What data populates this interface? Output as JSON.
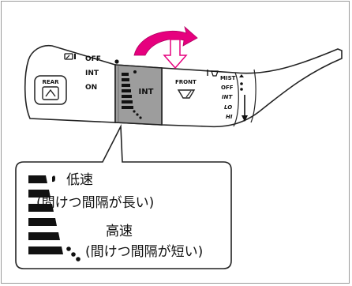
{
  "lever": {
    "rear_label": "REAR",
    "rear_modes": [
      "OFF",
      "INT",
      "ON"
    ],
    "ring_label": "INT",
    "front_label": "FRONT",
    "front_modes": [
      "MIST",
      "OFF",
      "INT",
      "LO",
      "HI"
    ]
  },
  "callout": {
    "slow_title": "低速",
    "slow_detail": "(間けつ間隔が長い)",
    "fast_title": "高速",
    "fast_detail": "(間けつ間隔が短い)"
  },
  "colors": {
    "arrow_fill": "#e6007e",
    "ring_highlight": "#9d9d9d",
    "outline": "#222222"
  }
}
